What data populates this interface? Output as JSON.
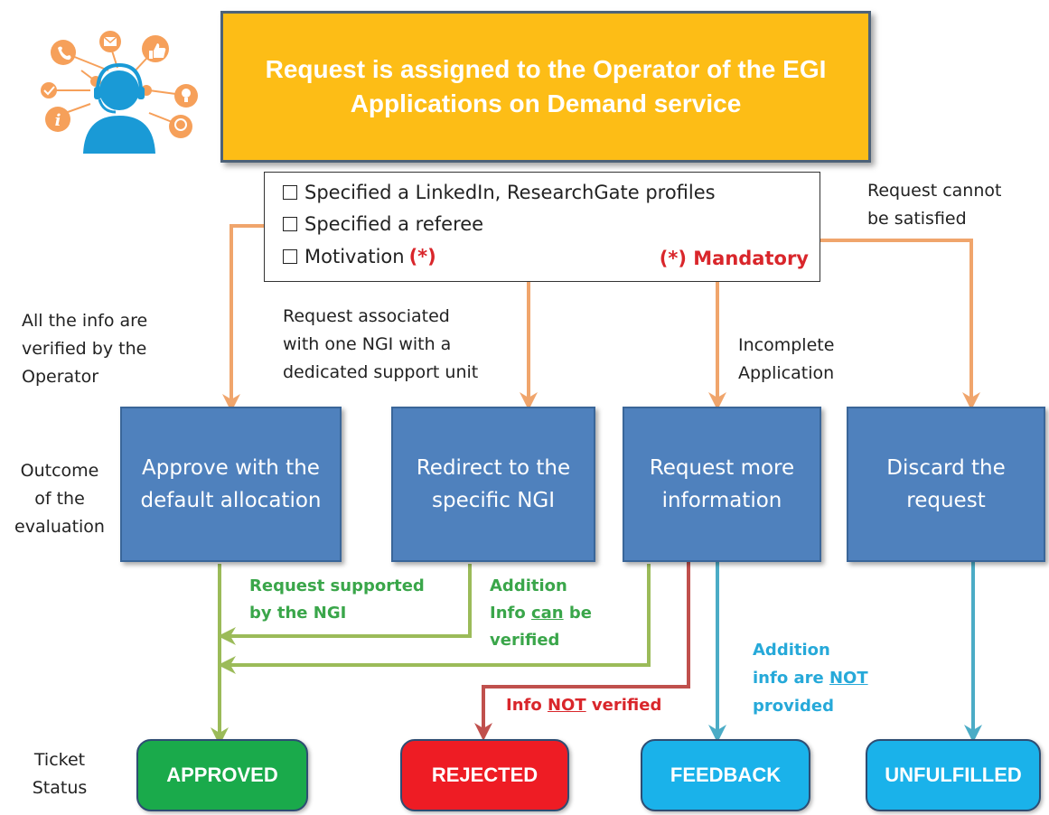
{
  "header": {
    "title": "Request is assigned to the Operator of the EGI Applications on Demand service"
  },
  "checklist": {
    "items": [
      "Specified a LinkedIn, ResearchGate profiles",
      "Specified a referee",
      "Motivation"
    ],
    "motivation_marker": "(*)",
    "mandatory_note": "(*) Mandatory"
  },
  "conditions": {
    "verified": [
      "All the info are",
      "verified by the",
      "Operator"
    ],
    "ngi": [
      "Request associated",
      "with one NGI with a",
      "dedicated support unit"
    ],
    "incomplete": [
      "Incomplete",
      "Application"
    ],
    "cannot": [
      "Request cannot",
      "be satisfied"
    ]
  },
  "row_labels": {
    "outcome": [
      "Outcome",
      "of the",
      "evaluation"
    ],
    "ticket": [
      "Ticket",
      "Status"
    ]
  },
  "outcomes": {
    "approve": "Approve with the default allocation",
    "redirect": "Redirect to the specific NGI",
    "request_info": "Request more information",
    "discard": "Discard the request"
  },
  "flow_labels": {
    "supported_line1": "Request supported",
    "supported_line2": "by the NGI",
    "addition_line1": "Addition",
    "addition_line2_pre": "Info ",
    "addition_line2_u": "can",
    "addition_line2_post": " be",
    "addition_line3": "verified",
    "not_verified_pre": "Info ",
    "not_verified_u": "NOT",
    "not_verified_post": " verified",
    "not_provided_line1": "Addition",
    "not_provided_line2_pre": "info are ",
    "not_provided_line2_u": "NOT",
    "not_provided_line3": "provided"
  },
  "statuses": {
    "approved": "APPROVED",
    "rejected": "REJECTED",
    "feedback": "FEEDBACK",
    "unfulfilled": "UNFULFILLED"
  },
  "colors": {
    "header_fill": "#fdbd16",
    "outcome_fill": "#4f81bd",
    "orange_arrow": "#f0a56c",
    "green_arrow": "#9bbb59",
    "red_arrow": "#c0504d",
    "blue_arrow": "#4bacc6",
    "approved": "#1aaa4b",
    "rejected": "#ee1c24",
    "feedback": "#1ab2ea",
    "unfulfilled": "#1ab2ea"
  },
  "icons": [
    "operator-headset-icon",
    "phone-icon",
    "email-icon",
    "thumbs-up-icon",
    "info-icon",
    "lightbulb-icon",
    "award-icon",
    "checkmark-icon"
  ]
}
